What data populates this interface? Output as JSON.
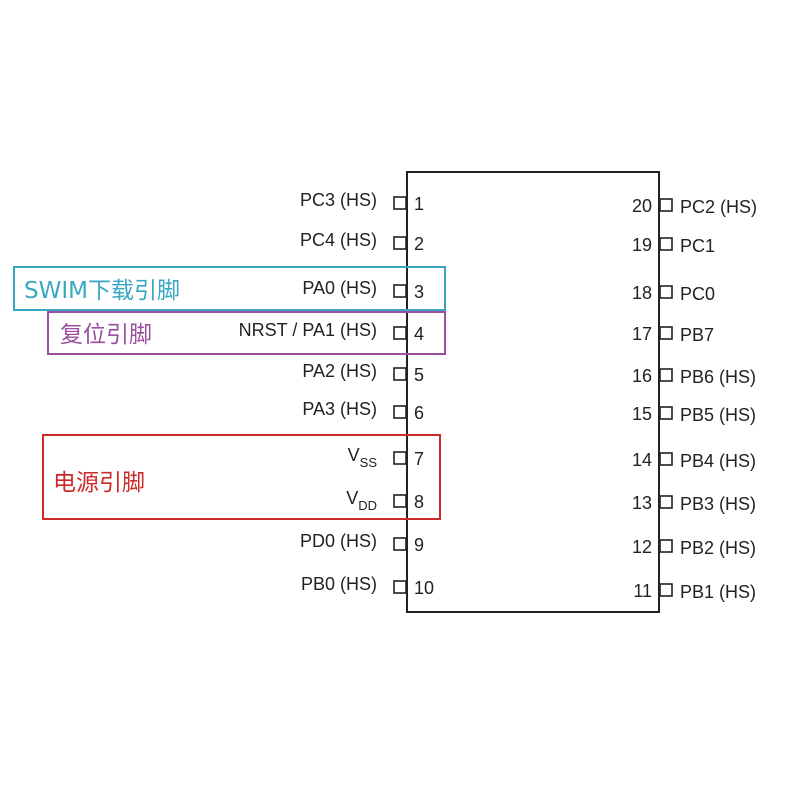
{
  "chip": {
    "left_pins": [
      {
        "num": "1",
        "label": "PC3 (HS)"
      },
      {
        "num": "2",
        "label": "PC4 (HS)"
      },
      {
        "num": "3",
        "label": "PA0 (HS)"
      },
      {
        "num": "4",
        "label": "NRST / PA1 (HS)"
      },
      {
        "num": "5",
        "label": "PA2 (HS)"
      },
      {
        "num": "6",
        "label": "PA3 (HS)"
      },
      {
        "num": "7",
        "label": "V",
        "sub": "SS"
      },
      {
        "num": "8",
        "label": "V",
        "sub": "DD"
      },
      {
        "num": "9",
        "label": "PD0 (HS)"
      },
      {
        "num": "10",
        "label": "PB0 (HS)"
      }
    ],
    "right_pins": [
      {
        "num": "20",
        "label": "PC2 (HS)"
      },
      {
        "num": "19",
        "label": "PC1"
      },
      {
        "num": "18",
        "label": "PC0"
      },
      {
        "num": "17",
        "label": "PB7"
      },
      {
        "num": "16",
        "label": "PB6 (HS)"
      },
      {
        "num": "15",
        "label": "PB5 (HS)"
      },
      {
        "num": "14",
        "label": "PB4 (HS)"
      },
      {
        "num": "13",
        "label": "PB3 (HS)"
      },
      {
        "num": "12",
        "label": "PB2 (HS)"
      },
      {
        "num": "11",
        "label": "PB1 (HS)"
      }
    ]
  },
  "callouts": {
    "swim": {
      "label": "SWIM下载引脚",
      "color": "#3aa7c2"
    },
    "reset": {
      "label": "复位引脚",
      "color": "#9b4f9e"
    },
    "power": {
      "label": "电源引脚",
      "color": "#cc2a2a"
    }
  }
}
